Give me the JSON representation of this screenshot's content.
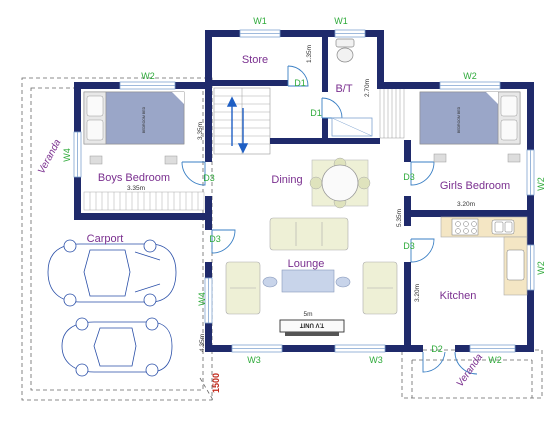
{
  "rooms": {
    "store": "Store",
    "bt": "B/T",
    "boys_bedroom": "Boys Bedroom",
    "dining": "Dining",
    "girls_bedroom": "Girls Bedroom",
    "carport": "Carport",
    "lounge": "Lounge",
    "kitchen": "Kitchen",
    "veranda_left": "Veranda",
    "veranda_right": "Veranda"
  },
  "windows": {
    "w1_store": "W1",
    "w1_bt": "W1",
    "w2_boys": "W2",
    "w2_girls": "W2",
    "w4_boys": "W4",
    "w2_girls_right": "W2",
    "w2_kitchen_right": "W2",
    "w4_lounge": "W4",
    "w3_left": "W3",
    "w3_right": "W3",
    "w2_bottom_right": "W2"
  },
  "doors": {
    "d1_store": "D1",
    "d1_bt": "D1",
    "d3_boys": "D3",
    "d3_girls": "D3",
    "d3_lounge_left": "D3",
    "d3_kitchen": "D3",
    "d2": "D2"
  },
  "dimensions": {
    "store_h": "1.35m",
    "bt_h": "2.70m",
    "stair_h": "3.35m",
    "boys_w": "3.35m",
    "girls_w": "3.20m",
    "dining_h": "5.35m",
    "kitchen_h": "3.20m",
    "lounge_w": "5m",
    "lounge_h": "4.35m",
    "site_mark": "1500"
  },
  "furniture": {
    "tv_unit": "T.V UNIT",
    "bed_label": "BEDROOM BED"
  },
  "colors": {
    "wall": "#1f2a6b",
    "room_label": "#7a2f8f",
    "window_label": "#2eaa3a",
    "door_swing": "#3a7fc4",
    "bed_cover": "#9aa6c8",
    "sofa": "#eef0d6",
    "stair_arrow": "#1f5fc4"
  }
}
